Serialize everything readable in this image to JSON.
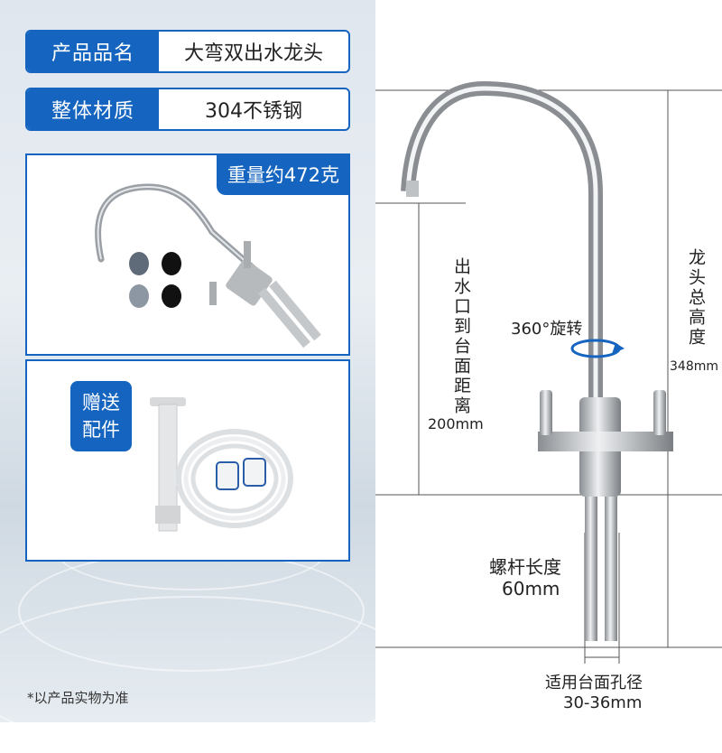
{
  "specs": [
    {
      "label": "产品品名",
      "value": "大弯双出水龙头"
    },
    {
      "label": "整体材质",
      "value": "304不锈钢"
    }
  ],
  "weight": "重量约472克",
  "gift": {
    "line1": "赠送",
    "line2": "配件"
  },
  "note": "*以产品实物为准",
  "dimensions": {
    "outlet_label": "出水口到台面距离",
    "outlet_value": "200mm",
    "total_label": "龙头总高度",
    "total_value": "348mm",
    "rotation": "360°旋转",
    "rod_label": "螺杆长度",
    "rod_value": "60mm",
    "hole_label": "适用台面孔径",
    "hole_value": "30-36mm"
  },
  "colors": {
    "accent": "#1565c0"
  }
}
